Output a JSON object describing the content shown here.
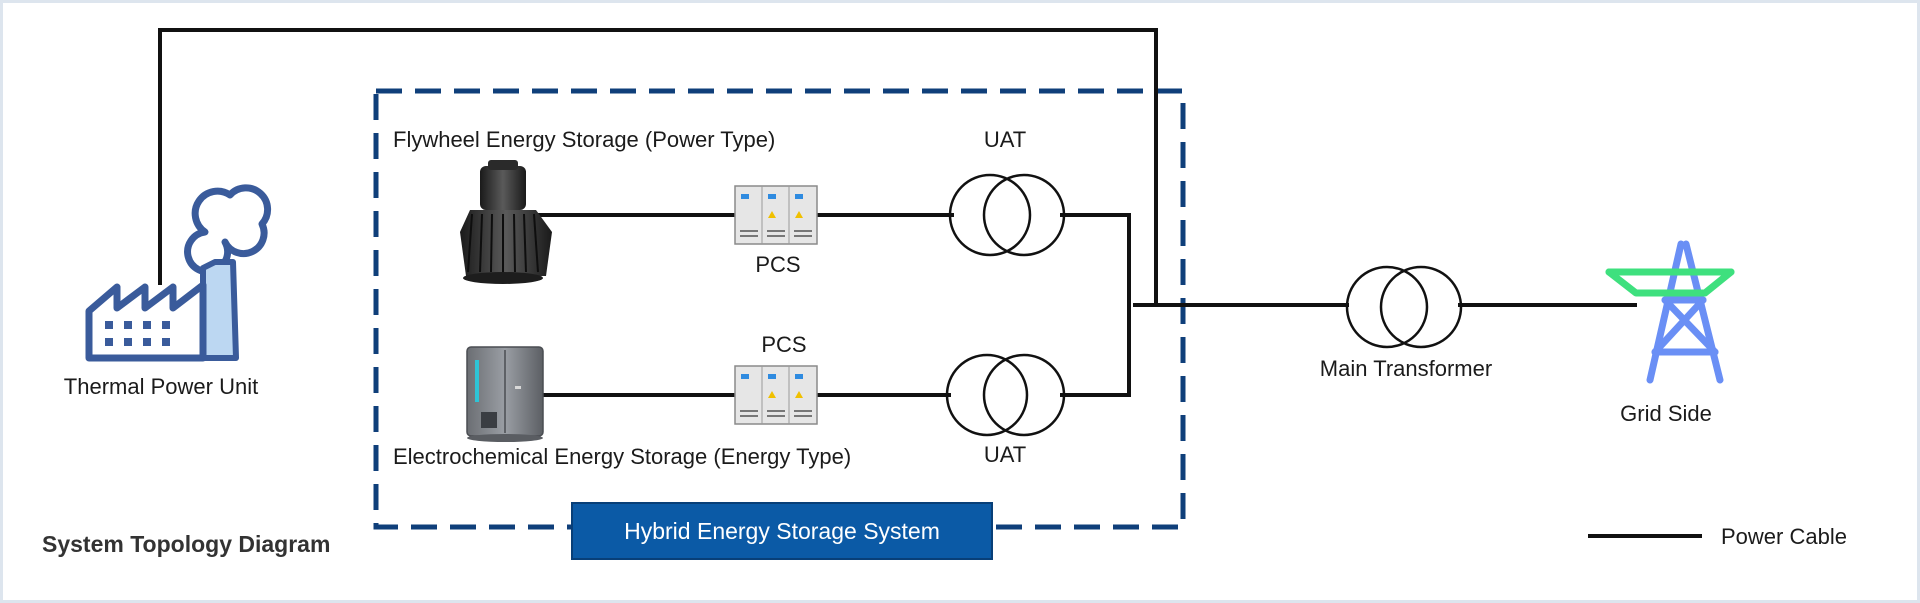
{
  "diagram": {
    "title": "System Topology Diagram",
    "hybrid_system_label": "Hybrid Energy Storage System",
    "thermal_unit_label": "Thermal Power Unit",
    "flywheel_label": "Flywheel Energy Storage (Power Type)",
    "electrochemical_label": "Electrochemical Energy Storage (Energy Type)",
    "pcs_top_label": "PCS",
    "pcs_bottom_label": "PCS",
    "uat_top_label": "UAT",
    "uat_bottom_label": "UAT",
    "main_transformer_label": "Main Transformer",
    "grid_side_label": "Grid Side",
    "legend": {
      "power_cable_label": "Power Cable"
    },
    "colors": {
      "cable": "#111111",
      "boundary_dash": "#0f3f7a",
      "hybrid_box": "#0b5aa6",
      "factory_icon": "#3a5b9b",
      "factory_chimney": "#bcd7f2",
      "tower_body": "#6a8ff5",
      "tower_crossarm": "#3ee07e"
    }
  }
}
